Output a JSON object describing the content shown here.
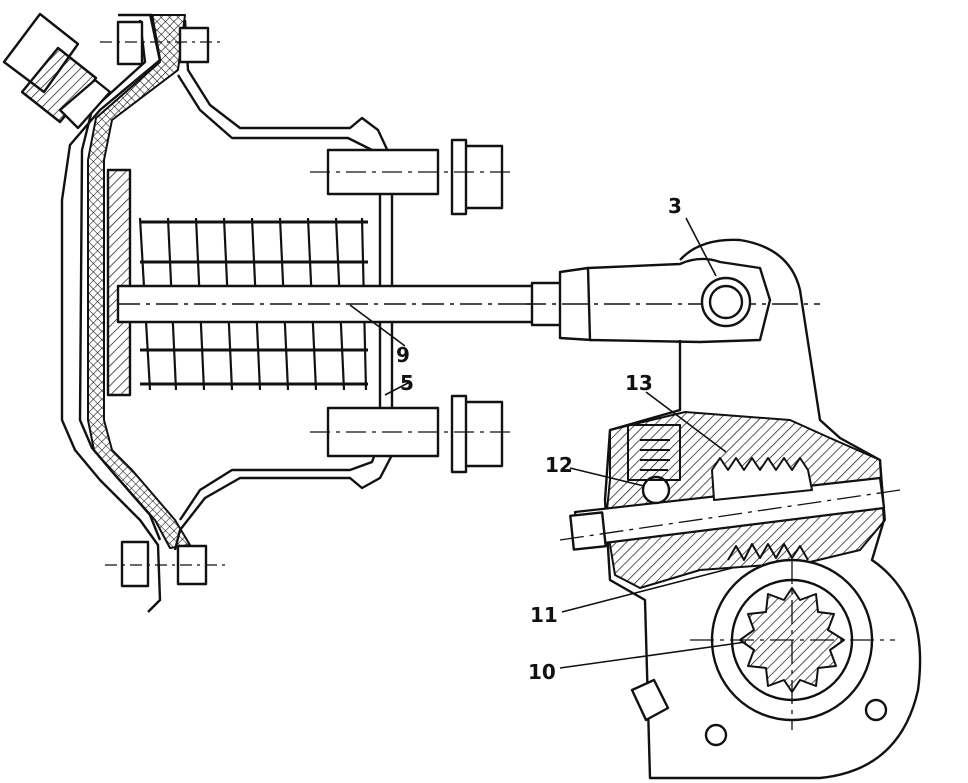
{
  "figure": {
    "kind": "technical cross-section drawing",
    "style": "black ink line art, hatched sections",
    "colors": {
      "ink": "#111111",
      "paper": "#ffffff"
    }
  },
  "callouts": [
    {
      "id": "3",
      "text": "3"
    },
    {
      "id": "9",
      "text": "9"
    },
    {
      "id": "5",
      "text": "5"
    },
    {
      "id": "13",
      "text": "13"
    },
    {
      "id": "12",
      "text": "12"
    },
    {
      "id": "11",
      "text": "11"
    },
    {
      "id": "10",
      "text": "10"
    }
  ]
}
